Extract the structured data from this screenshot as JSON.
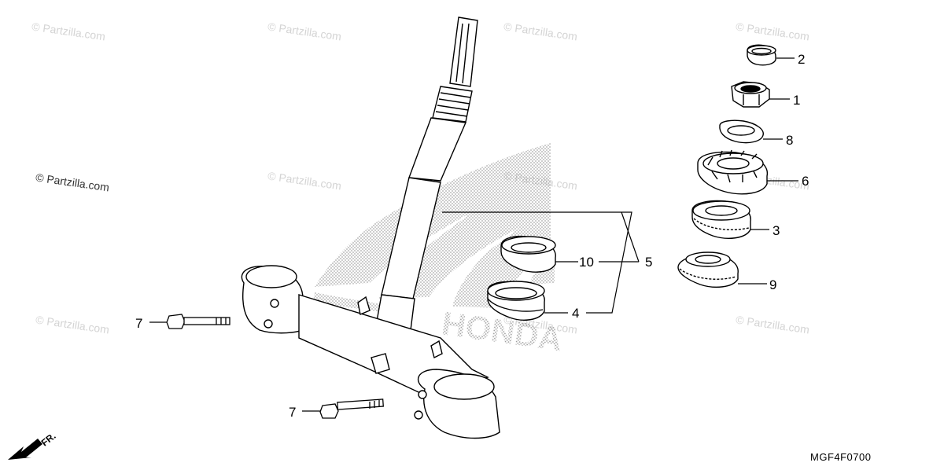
{
  "watermark_text": "© Partzilla.com",
  "diagram_code": "MGF4F0700",
  "direction_label": "FR.",
  "logo": {
    "name": "honda-wing-logo",
    "text": "HONDA"
  },
  "callouts": {
    "n1": "1",
    "n2": "2",
    "n3": "3",
    "n4": "4",
    "n5": "5",
    "n6": "6",
    "n7a": "7",
    "n7b": "7",
    "n8": "8",
    "n9": "9",
    "n10": "10"
  },
  "colors": {
    "line": "#000000",
    "watermark": "#d4d4d4",
    "logo_dots": "#9a9a9a"
  }
}
